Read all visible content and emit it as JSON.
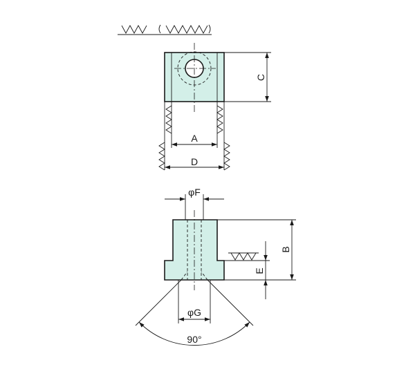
{
  "dimensions": {
    "a": "A",
    "c": "C",
    "d": "D",
    "b": "B",
    "e": "E",
    "f": "φF",
    "g": "φG",
    "angle": "90°"
  },
  "surface_finish": {
    "main": "▽▽",
    "parenthetical": "( ▽▽▽ )"
  },
  "colors": {
    "part_fill": "#d3efe8",
    "line": "#1a1a1a"
  }
}
